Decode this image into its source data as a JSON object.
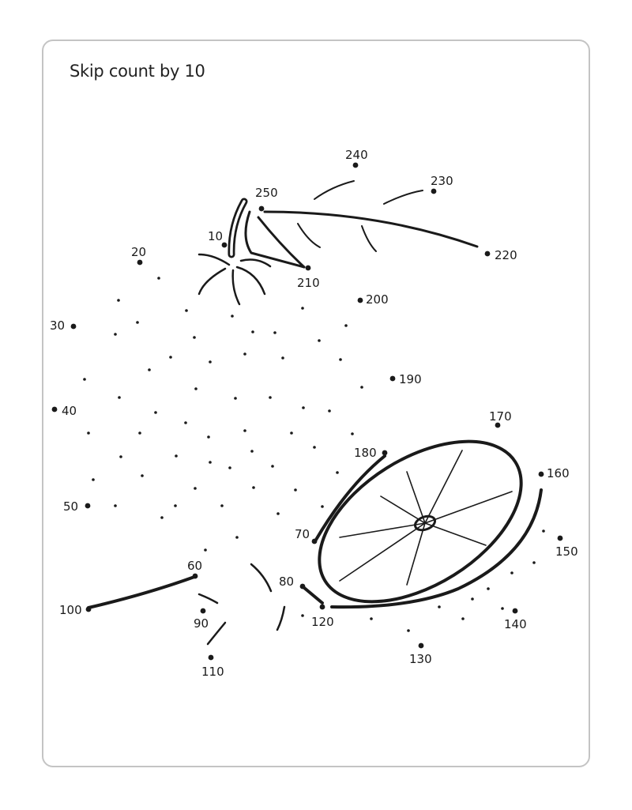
{
  "worksheet": {
    "instruction": "Skip count by 10"
  },
  "numbered_dots": [
    {
      "label": "10"
    },
    {
      "label": "20"
    },
    {
      "label": "30"
    },
    {
      "label": "40"
    },
    {
      "label": "50"
    },
    {
      "label": "60"
    },
    {
      "label": "70"
    },
    {
      "label": "80"
    },
    {
      "label": "90"
    },
    {
      "label": "100"
    },
    {
      "label": "110"
    },
    {
      "label": "120"
    },
    {
      "label": "130"
    },
    {
      "label": "140"
    },
    {
      "label": "150"
    },
    {
      "label": "160"
    },
    {
      "label": "170"
    },
    {
      "label": "180"
    },
    {
      "label": "190"
    },
    {
      "label": "200"
    },
    {
      "label": "210"
    },
    {
      "label": "220"
    },
    {
      "label": "230"
    },
    {
      "label": "240"
    },
    {
      "label": "250"
    }
  ],
  "colors": {
    "ink": "#1a1a1a",
    "frame": "#c4c4c4"
  }
}
